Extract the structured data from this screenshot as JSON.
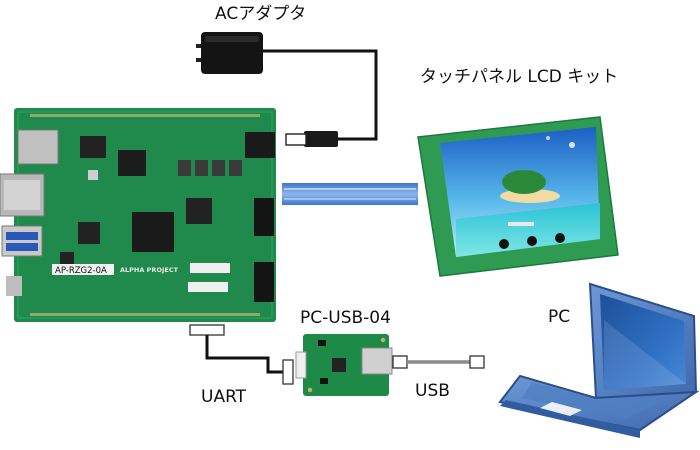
{
  "labels": {
    "ac_adapter": "ACアダプタ",
    "touch_panel_kit": "タッチパネル LCD キット",
    "pc_usb": "PC-USB-04",
    "pc": "PC",
    "uart": "UART",
    "usb": "USB"
  },
  "board": {
    "silk_model": "AP-RZG2-0A",
    "silk_brand": "ALPHA PROJECT"
  },
  "colors": {
    "pcb": "#1f8a4c",
    "pcb_dark": "#166b3a",
    "flex_cable": "#5b8fd6",
    "lcd_frame": "#2f9a52",
    "laptop_body": "#5a86c8",
    "cable_black": "#111111",
    "cable_gray": "#8a8a8a"
  },
  "icons": {
    "ac_adapter": "power-adapter-icon",
    "laptop": "laptop-icon",
    "converter": "usb-serial-board-icon",
    "lcd": "lcd-panel-icon",
    "main_board": "pcb-board-icon"
  }
}
